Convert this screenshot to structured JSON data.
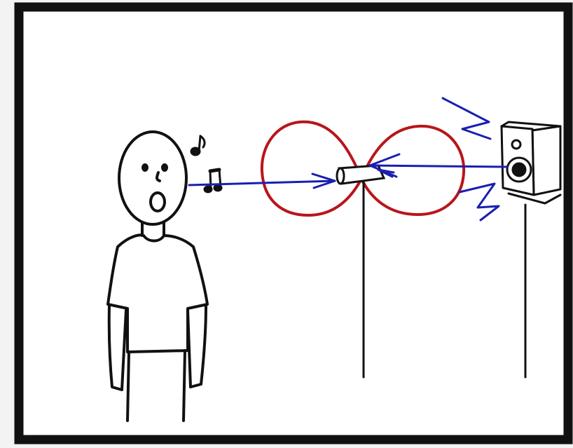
{
  "colors": {
    "background": "#f3f3f3",
    "panel": "#ffffff",
    "ink": "#111111",
    "pattern": "#b8151c",
    "signal": "#1a1fb0"
  },
  "scene": {
    "elements": [
      "person",
      "music-notes",
      "figure-eight-pickup-pattern",
      "microphone",
      "microphone-stand",
      "speaker",
      "speaker-stand",
      "sound-arrows"
    ]
  }
}
